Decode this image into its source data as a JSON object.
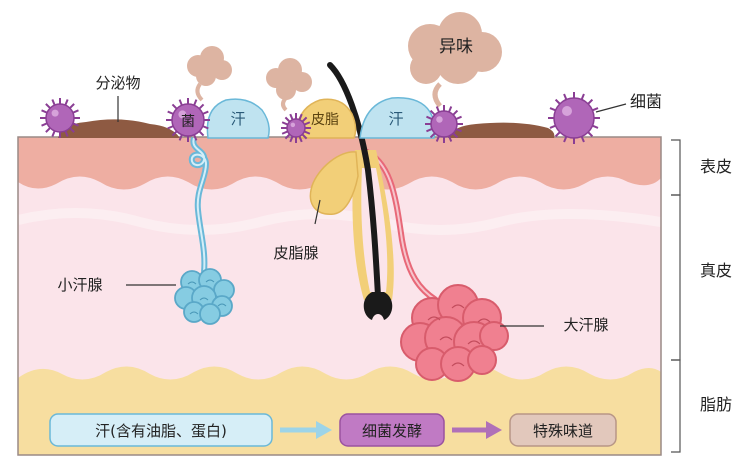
{
  "surface": {
    "secretion": "分泌物",
    "odor": "异味",
    "bacteria": "细菌",
    "bacteria_on_gland": "菌",
    "sweat_left": "汗",
    "sebum": "皮脂",
    "sweat_right": "汗"
  },
  "glands": {
    "sebaceous": "皮脂腺",
    "small_sweat": "小汗腺",
    "large_sweat": "大汗腺"
  },
  "layers": [
    "表皮",
    "真皮",
    "脂肪"
  ],
  "process": {
    "step1": "汗(含有油脂、蛋白)",
    "step2": "细菌发酵",
    "step3": "特殊味道"
  },
  "colors": {
    "epidermis": "#eeaea2",
    "dermis": "#fbe4ea",
    "fat": "#f7dea0",
    "sweat_drop": "#bfe3f0",
    "sweat_outline": "#6ab8d8",
    "sebum": "#f2cf78",
    "bacteria": "#b066b8",
    "odor_cloud": "#ddb4a2",
    "gland_blue": "#7cc4dc",
    "gland_red": "#ee7080",
    "secretion": "#8e5a42"
  }
}
